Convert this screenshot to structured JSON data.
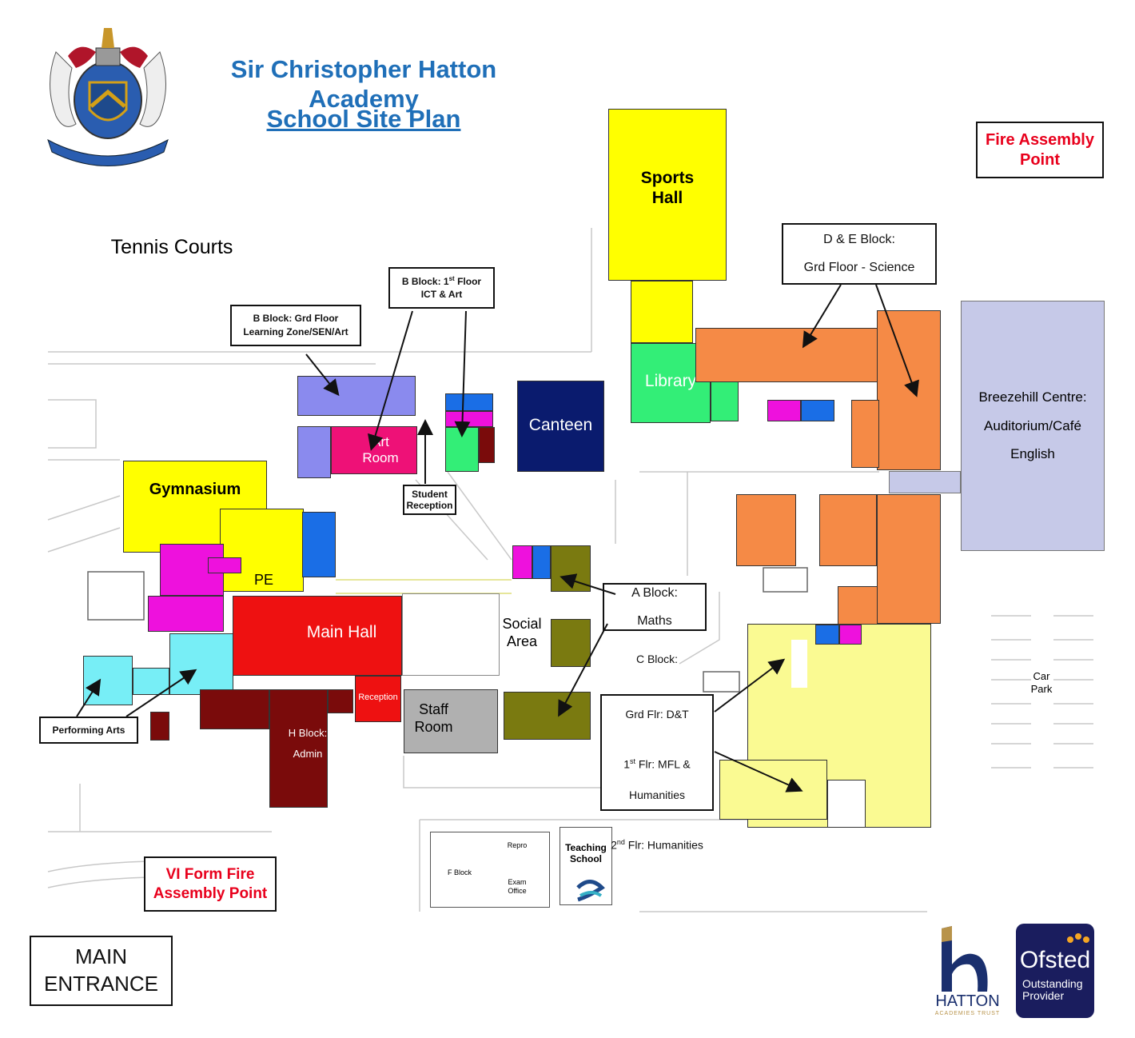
{
  "header": {
    "title": "Sir Christopher Hatton Academy",
    "subtitle": "School Site Plan"
  },
  "colors": {
    "yellow": "#ffff00",
    "orange": "#f58a46",
    "lavender": "#c6c9e8",
    "green": "#33ee77",
    "navy": "#0a1b6e",
    "red": "#ee1111",
    "magenta": "#ee11dd",
    "pink": "#ee1177",
    "periwinkle": "#8a8aee",
    "cyan": "#77eef6",
    "maroon": "#7a0b0b",
    "olive": "#7a7a10",
    "grey": "#b0b0b0",
    "paleyellow": "#fafa92",
    "blue": "#1a6ee6",
    "fire_red": "#e8001c"
  },
  "callouts": {
    "fire_assembly": "Fire Assembly\nPoint",
    "de_block": "D & E Block:\n\nGrd Floor - Science",
    "b_block_1st_prefix": "B Block: 1",
    "b_block_1st_sup": "st",
    "b_block_1st_suffix": " Floor",
    "b_block_1st_line2": "ICT & Art",
    "b_block_grd": "B Block: Grd Floor\nLearning Zone/SEN/Art",
    "student_reception": "Student\nReception",
    "a_block": "A Block:\n\nMaths",
    "c_block_line1": "C Block:",
    "c_block_line2": "Grd Flr: D&T",
    "c_block_line3_num": "1",
    "c_block_line3_sup": "st",
    "c_block_line3_rest": " Flr: MFL &",
    "c_block_line4": "Humanities",
    "c_block_line5_num": "2",
    "c_block_line5_sup": "nd",
    "c_block_line5_rest": " Flr: Humanities",
    "performing_arts": "Performing Arts",
    "vi_form_fire": "VI Form Fire\nAssembly Point",
    "main_entrance": "MAIN\nENTRANCE"
  },
  "map_labels": {
    "tennis_courts": "Tennis Courts",
    "sports_hall": "Sports\nHall",
    "library": "Library",
    "canteen": "Canteen",
    "art_room": "Art\nRoom",
    "gymnasium": "Gymnasium",
    "pe": "PE",
    "main_hall": "Main Hall",
    "social_area": "Social\nArea",
    "staff_room": "Staff\nRoom",
    "reception": "Reception",
    "h_block": "H Block:\n\nAdmin",
    "breezehill": "Breezehill Centre:\n\nAuditorium/Café\n\nEnglish",
    "car_park": "Car\nPark",
    "repro": "Repro",
    "f_block": "F Block",
    "exam_office": "Exam\nOffice",
    "teaching_school": "Teaching\nSchool"
  },
  "logos": {
    "hatton_name": "HATTON",
    "hatton_sub": "ACADEMIES TRUST",
    "ofsted": "Ofsted",
    "ofsted_sub": "Outstanding\nProvider"
  }
}
